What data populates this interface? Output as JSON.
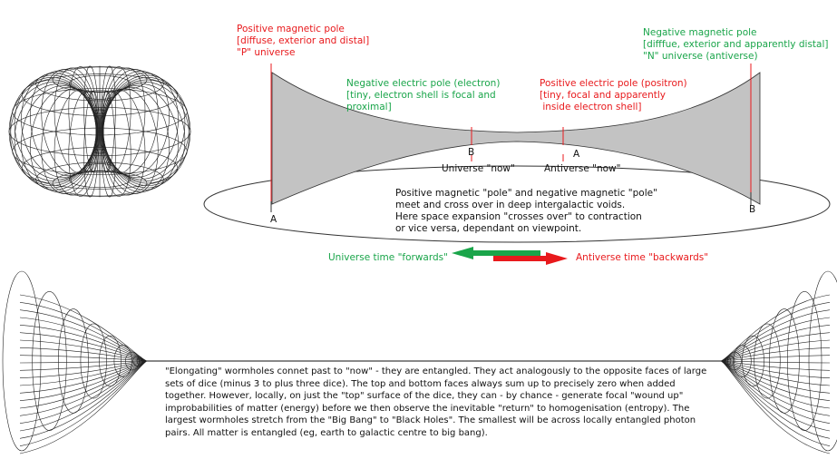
{
  "labels": {
    "pos_magnetic": "Positive magnetic pole\n[diffuse, exterior and distal]\n\"P\" universe",
    "neg_magnetic": "Negative magnetic pole\n[difffue, exterior and apparently distal]\n\"N\" universe (antiverse)",
    "neg_electric": "Negative electric pole (electron)\n[tiny, electron shell is focal and\nproximal]",
    "pos_electric": "Positive electric pole (positron)\n[tiny, focal and apparently\n inside electron shell]",
    "point_a_left": "A",
    "point_a_right": "A",
    "point_b_left": "B",
    "point_b_right": "B",
    "universe_now": "Universe \"now\"",
    "antiverse_now": "Antiverse \"now\"",
    "crossover_text": "Positive magnetic \"pole\" and negative magnetic \"pole\"\nmeet and cross over in deep intergalactic voids.\nHere space expansion \"crosses over\" to contraction\nor vice versa, dependant on viewpoint.",
    "universe_time": "Universe time \"forwards\"",
    "antiverse_time": "Antiverse time \"backwards\"",
    "wormhole_text": "\"Elongating\" wormholes connet past to \"now\" - they are entangled. They act analogously to the opposite faces of large sets of dice (minus 3 to plus three dice). The top and bottom faces always sum up to precisely zero when added together. However, locally, on just the \"top\" surface of the dice, they can - by chance - generate focal \"wound up\" improbabilities of matter (energy) before we then observe the inevitable \"return\" to homogenisation (entropy). The largest wormholes stretch from the \"Big Bang\" to \"Black Holes\". The smallest will be across locally entangled photon pairs. All matter is entangled (eg, earth to galactic centre to big bang)."
  },
  "colors": {
    "red": "#e8191c",
    "green": "#1aa54a",
    "surface_fill": "#c3c3c3",
    "wire": "#222222"
  },
  "icons": {
    "torus": "torus-wireframe",
    "wormhole_left": "wormhole-throat-left",
    "wormhole_right": "wormhole-throat-right"
  }
}
